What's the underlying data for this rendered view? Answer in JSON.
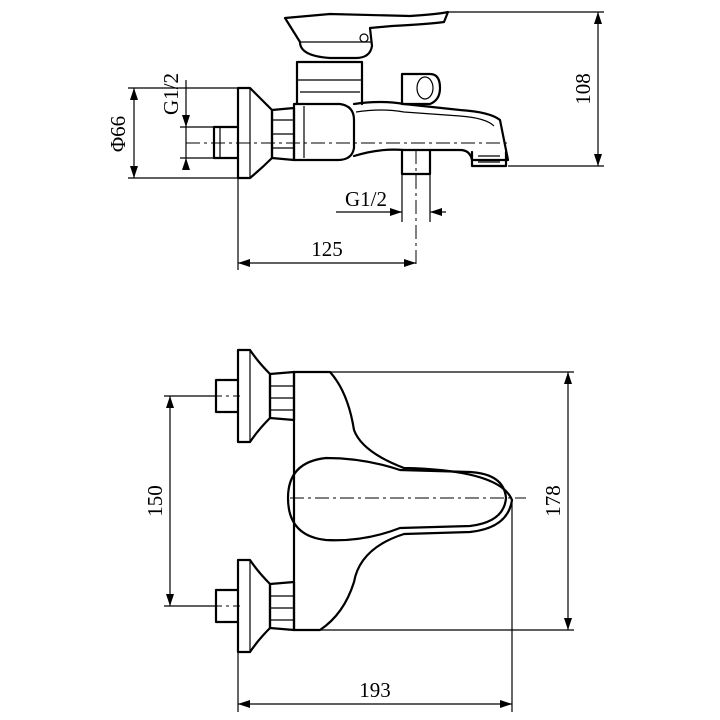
{
  "side_view": {
    "phi_label": "Φ66",
    "inlet_thread_label": "G1/2",
    "outlet_thread_label": "G1/2",
    "width_label": "125",
    "height_label": "108"
  },
  "top_view": {
    "inlet_spacing_label": "150",
    "body_length_label": "178",
    "overall_width_label": "193"
  }
}
